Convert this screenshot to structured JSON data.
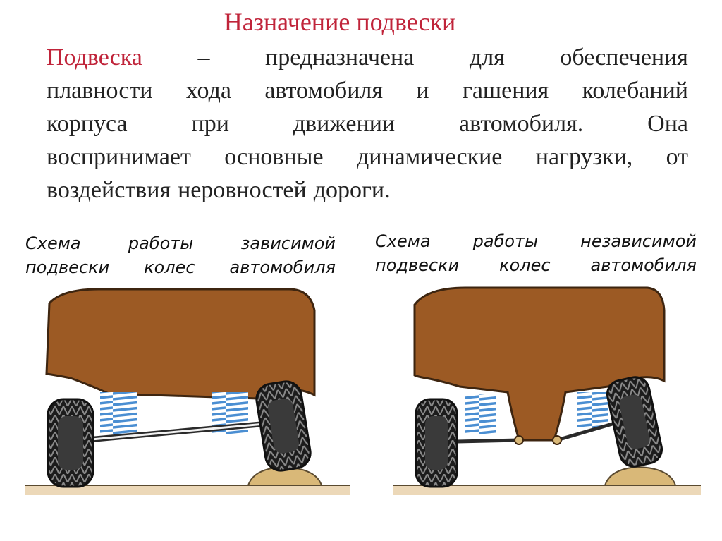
{
  "slide": {
    "title": "Назначение подвески",
    "paragraph": {
      "lines": [
        [
          "Подвеска",
          "–",
          "предназначена",
          "для",
          "обеспечения"
        ],
        [
          "плавности",
          "хода",
          "автомобиля",
          "и",
          "гашения",
          "колебаний"
        ],
        [
          "корпуса",
          "при",
          "движении",
          "автомобиля.",
          "Она"
        ],
        [
          "воспринимает",
          "основные",
          "динамические",
          "нагрузки,",
          "от"
        ],
        [
          "воздействия",
          "неровностей",
          "дороги."
        ]
      ]
    }
  },
  "diagrams": {
    "dependent": {
      "caption_lines": [
        [
          "Схема",
          "работы",
          "зависимой"
        ],
        [
          "подвески",
          "колес",
          "автомобиля"
        ]
      ]
    },
    "independent": {
      "caption_lines": [
        [
          "Схема",
          "работы",
          "независимой"
        ],
        [
          "подвески",
          "колес",
          "автомобиля"
        ]
      ]
    }
  },
  "colors": {
    "accent": "#c0243a",
    "body": "#9c5a24",
    "spring": "#5a9ad8",
    "bump": "#d9b878",
    "ground": "#ecd8b8"
  }
}
